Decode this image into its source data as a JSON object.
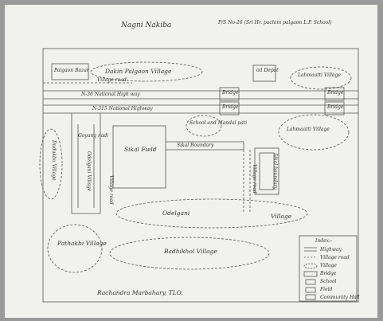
{
  "header": {
    "title": "Nagni Nakiba",
    "ps": "P/S No-26 (Sri Hr. pachim palgaon L.P. School)"
  },
  "places": {
    "palgaon_bazar": "Palgaon Bazar",
    "dakin_palgaon_village": "Dakin Palgaon Village",
    "village_road_top": "Village road",
    "nh36": "N-36 National High way",
    "nh315": "N-315 National Highway",
    "oil_depot": "oil Depot",
    "lahmaatti_village": "Lahmaatti Village",
    "bridge_1": "Bridge",
    "bridge_2": "Bridge",
    "bridge_3": "Bridge",
    "bridge_4": "Bridge",
    "sikal_field": "Sikal Field",
    "school_and_mandal_pati": "School and Mandal pati",
    "lahmaatti_village_2": "Lahmaatti Village",
    "goyang_nadi": "Goyang nadi",
    "dudukbu_village": "Dudukbu Village",
    "odelgani_village": "Odelgani Village",
    "sikal_boundary": "Sikal Boundary",
    "sikal_school_boundary": "Sikal boundary",
    "village_road_mid": "Village road",
    "village_road_vert": "Village road",
    "odelgani": "Odelgani",
    "village_right": "Village",
    "pathakbi_village": "Pathakbi Village",
    "badhikhol_village": "Badhikhol Village",
    "signature": "Rachandra Marbahary, TLO."
  },
  "legend": {
    "title": "Index:-",
    "items": [
      {
        "symbol": "highway",
        "label": "Highway"
      },
      {
        "symbol": "village-road",
        "label": "Village road"
      },
      {
        "symbol": "village",
        "label": "Village"
      },
      {
        "symbol": "bridge",
        "label": "Bridge"
      },
      {
        "symbol": "school",
        "label": "School"
      },
      {
        "symbol": "field",
        "label": "Field"
      },
      {
        "symbol": "community-hall",
        "label": "Community Hall"
      }
    ]
  }
}
